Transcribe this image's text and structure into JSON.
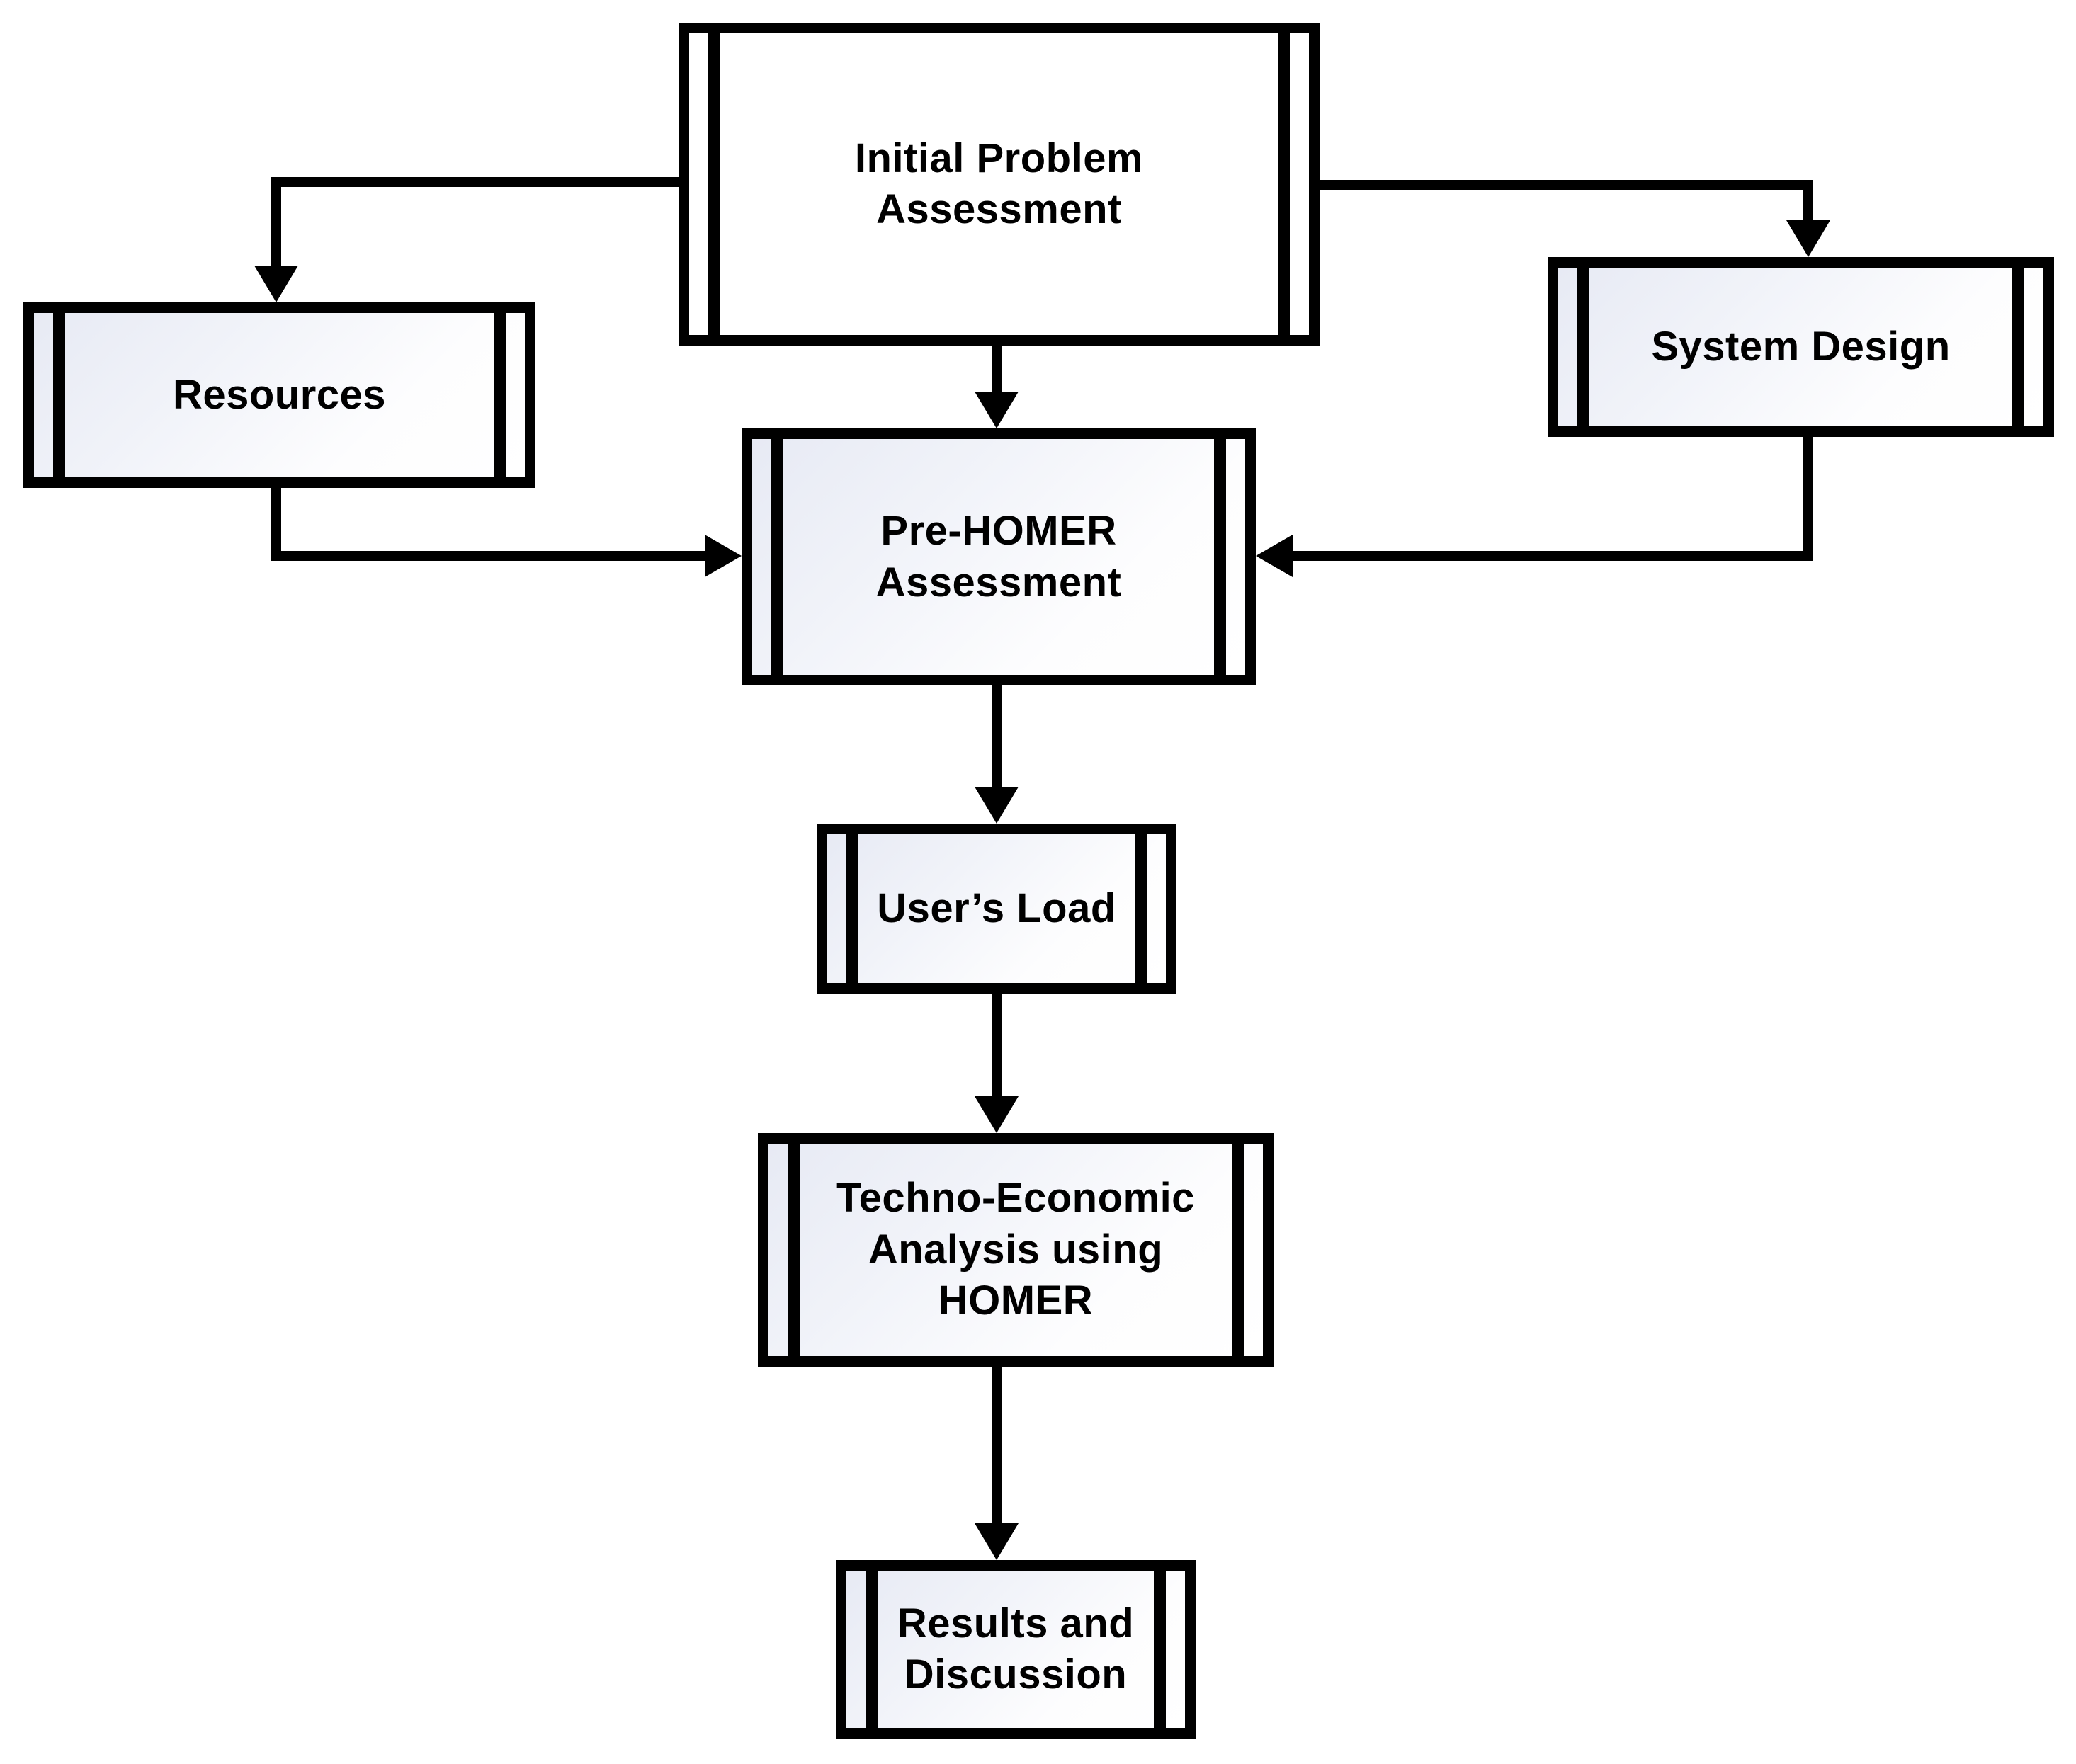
{
  "diagram": {
    "type": "flowchart",
    "background_color": "#ffffff",
    "line_color": "#000000",
    "text_color": "#000000",
    "node_fill_gradient_start": "#e7eaf4",
    "node_fill_gradient_end": "#ffffff",
    "top_node_fill": "#ffffff",
    "nodes": [
      {
        "id": "initial-problem-assessment",
        "shape": "predefined-process",
        "label": "Initial Problem\nAssessment"
      },
      {
        "id": "resources",
        "shape": "predefined-process",
        "label": "Resources"
      },
      {
        "id": "system-design",
        "shape": "predefined-process",
        "label": "System Design"
      },
      {
        "id": "pre-homer-assessment",
        "shape": "predefined-process",
        "label": "Pre-HOMER\nAssessment"
      },
      {
        "id": "users-load",
        "shape": "predefined-process",
        "label": "User’s Load"
      },
      {
        "id": "techno-economic-analysis",
        "shape": "predefined-process",
        "label": "Techno-Economic\nAnalysis using\nHOMER"
      },
      {
        "id": "results-and-discussion",
        "shape": "predefined-process",
        "label": "Results and\nDiscussion"
      }
    ],
    "edges": [
      {
        "from": "initial-problem-assessment",
        "to": "resources"
      },
      {
        "from": "initial-problem-assessment",
        "to": "system-design"
      },
      {
        "from": "initial-problem-assessment",
        "to": "pre-homer-assessment"
      },
      {
        "from": "resources",
        "to": "pre-homer-assessment"
      },
      {
        "from": "system-design",
        "to": "pre-homer-assessment"
      },
      {
        "from": "pre-homer-assessment",
        "to": "users-load"
      },
      {
        "from": "users-load",
        "to": "techno-economic-analysis"
      },
      {
        "from": "techno-economic-analysis",
        "to": "results-and-discussion"
      }
    ]
  }
}
